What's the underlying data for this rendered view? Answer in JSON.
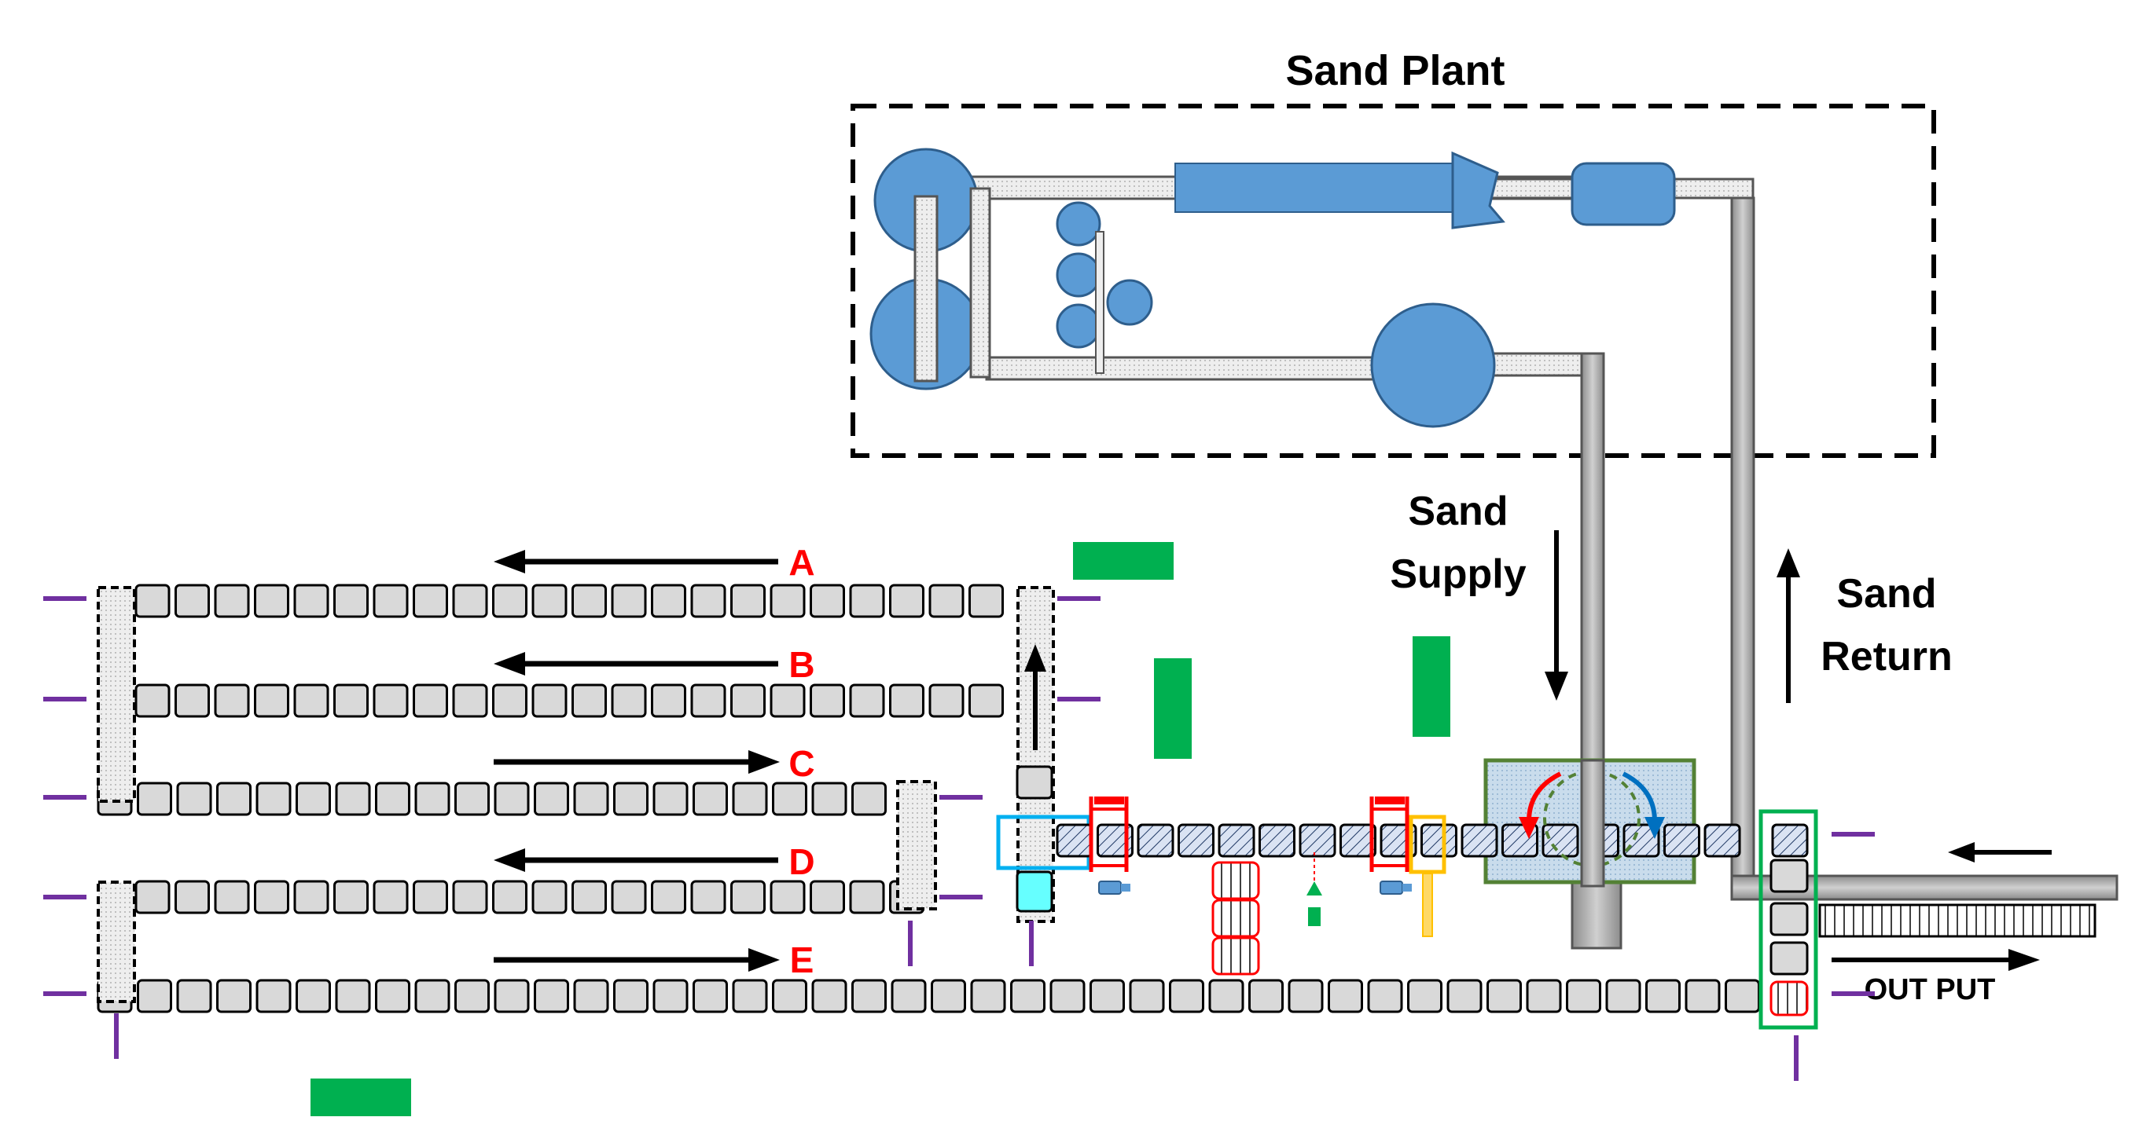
{
  "title": "Sand Plant",
  "labels": {
    "sand_supply_line1": "Sand",
    "sand_supply_line2": "Supply",
    "sand_return_line1": "Sand",
    "sand_return_line2": "Return",
    "output": "OUT PUT"
  },
  "lines": [
    {
      "id": "A",
      "direction": "left"
    },
    {
      "id": "B",
      "direction": "left"
    },
    {
      "id": "C",
      "direction": "right"
    },
    {
      "id": "D",
      "direction": "left"
    },
    {
      "id": "E",
      "direction": "right"
    }
  ],
  "colors": {
    "plant_blue": "#5b9bd5",
    "pallet_gray": "#d9d9d9",
    "line_label_red": "#ff0000",
    "operator_green": "#00b050",
    "stop_purple": "#7030a0",
    "pipe_gray": "#a6a6a6",
    "station_cyan": "#00b0f0",
    "fill_station_green": "#538135",
    "gate_orange": "#ffc000"
  }
}
